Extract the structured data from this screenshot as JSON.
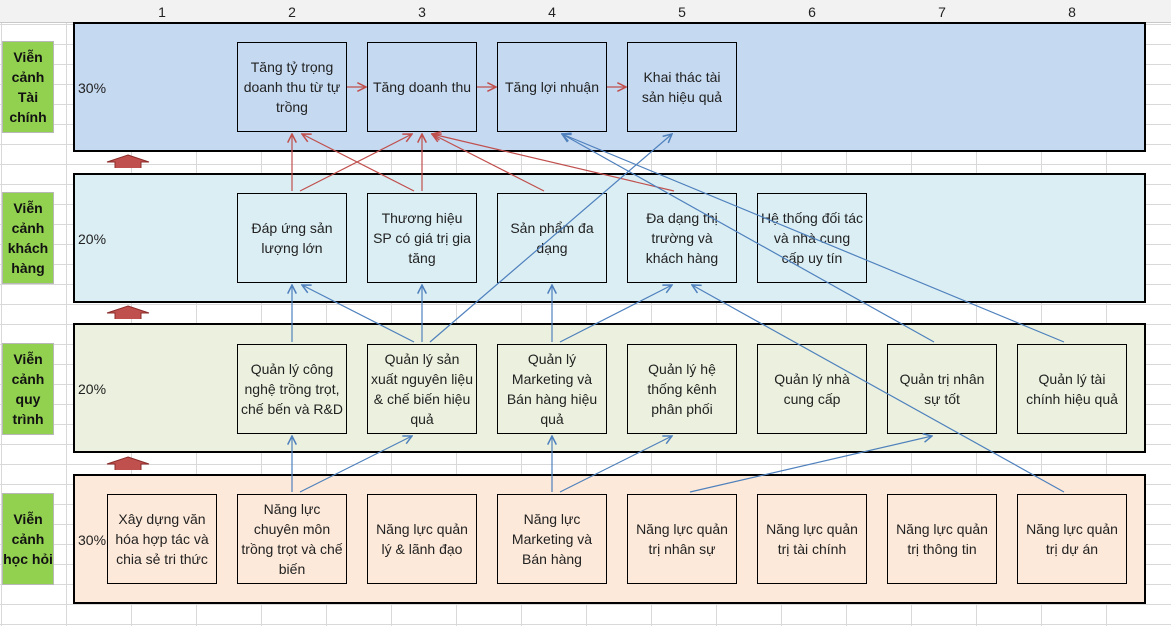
{
  "columns": [
    "1",
    "2",
    "3",
    "4",
    "5",
    "6",
    "7",
    "8"
  ],
  "perspectives": [
    {
      "id": "financial",
      "label": "Viễn cảnh Tài chính",
      "weight": "30%",
      "band_color": "#c5d9f1",
      "boxes": [
        {
          "id": "f2",
          "col": 2,
          "text": "Tăng tỷ trọng doanh thu từ tự trồng"
        },
        {
          "id": "f3",
          "col": 3,
          "text": "Tăng doanh thu"
        },
        {
          "id": "f4",
          "col": 4,
          "text": "Tăng lợi nhuận"
        },
        {
          "id": "f5",
          "col": 5,
          "text": "Khai thác tài sản hiệu quả"
        }
      ]
    },
    {
      "id": "customer",
      "label": "Viễn cảnh khách hàng",
      "weight": "20%",
      "band_color": "#dbeef4",
      "boxes": [
        {
          "id": "c2",
          "col": 2,
          "text": "Đáp ứng sản lượng lớn"
        },
        {
          "id": "c3",
          "col": 3,
          "text": "Thương hiệu SP có giá trị gia tăng"
        },
        {
          "id": "c4",
          "col": 4,
          "text": "Sản phẩm đa dạng"
        },
        {
          "id": "c5",
          "col": 5,
          "text": "Đa dạng thị trường và khách hàng"
        },
        {
          "id": "c6",
          "col": 6,
          "text": "Hệ thống đối tác và nhà cung cấp uy tín"
        }
      ]
    },
    {
      "id": "process",
      "label": "Viễn cảnh quy trình",
      "weight": "20%",
      "band_color": "#ebf1de",
      "boxes": [
        {
          "id": "p2",
          "col": 2,
          "text": "Quản lý công nghệ trồng trọt, chế bến và R&D"
        },
        {
          "id": "p3",
          "col": 3,
          "text": "Quản lý sản xuất nguyên liệu & chế biến hiệu quả"
        },
        {
          "id": "p4",
          "col": 4,
          "text": "Quản lý Marketing và Bán hàng hiệu quả"
        },
        {
          "id": "p5",
          "col": 5,
          "text": "Quản lý hệ thống kênh phân phối"
        },
        {
          "id": "p6",
          "col": 6,
          "text": "Quản lý nhà cung cấp"
        },
        {
          "id": "p7",
          "col": 7,
          "text": "Quản trị nhân sự tốt"
        },
        {
          "id": "p8",
          "col": 8,
          "text": "Quản lý tài chính hiệu quả"
        }
      ]
    },
    {
      "id": "learning",
      "label": "Viễn cảnh học hỏi",
      "weight": "30%",
      "band_color": "#fde9d9",
      "boxes": [
        {
          "id": "l1",
          "col": 1,
          "text": "Xây dựng văn hóa hợp tác và chia sẻ tri thức"
        },
        {
          "id": "l2",
          "col": 2,
          "text": "Năng lực chuyên môn trồng trọt và chế biến"
        },
        {
          "id": "l3",
          "col": 3,
          "text": "Năng lực quản lý & lãnh đạo"
        },
        {
          "id": "l4",
          "col": 4,
          "text": "Năng lực Marketing và Bán hàng"
        },
        {
          "id": "l5",
          "col": 5,
          "text": "Năng lực quản trị nhân sự"
        },
        {
          "id": "l6",
          "col": 6,
          "text": "Năng lực quản trị tài chính"
        },
        {
          "id": "l7",
          "col": 7,
          "text": "Năng lực quản trị thông tin"
        },
        {
          "id": "l8",
          "col": 8,
          "text": "Năng lực quản trị dự án"
        }
      ]
    }
  ],
  "links": {
    "red": [
      [
        "f2",
        "f3"
      ],
      [
        "f3",
        "f4"
      ],
      [
        "f4",
        "f5"
      ],
      [
        "c2",
        "f2"
      ],
      [
        "c2",
        "f3"
      ],
      [
        "c3",
        "f2"
      ],
      [
        "c3",
        "f3"
      ],
      [
        "c4",
        "f3"
      ],
      [
        "c5",
        "f3"
      ]
    ],
    "blue": [
      [
        "p2",
        "c2"
      ],
      [
        "p3",
        "c2"
      ],
      [
        "p3",
        "c3"
      ],
      [
        "p3",
        "f5"
      ],
      [
        "p4",
        "c4"
      ],
      [
        "p4",
        "c5"
      ],
      [
        "p7",
        "f4"
      ],
      [
        "p8",
        "f4"
      ],
      [
        "l2",
        "p2"
      ],
      [
        "l2",
        "p3"
      ],
      [
        "l4",
        "p4"
      ],
      [
        "l4",
        "p5"
      ],
      [
        "l5",
        "p7"
      ],
      [
        "l8",
        "c5"
      ]
    ]
  },
  "colors": {
    "red_link": "#c0504d",
    "blue_link": "#4f81bd",
    "row_label": "#92d050",
    "up_arrow": "#c0504d"
  }
}
